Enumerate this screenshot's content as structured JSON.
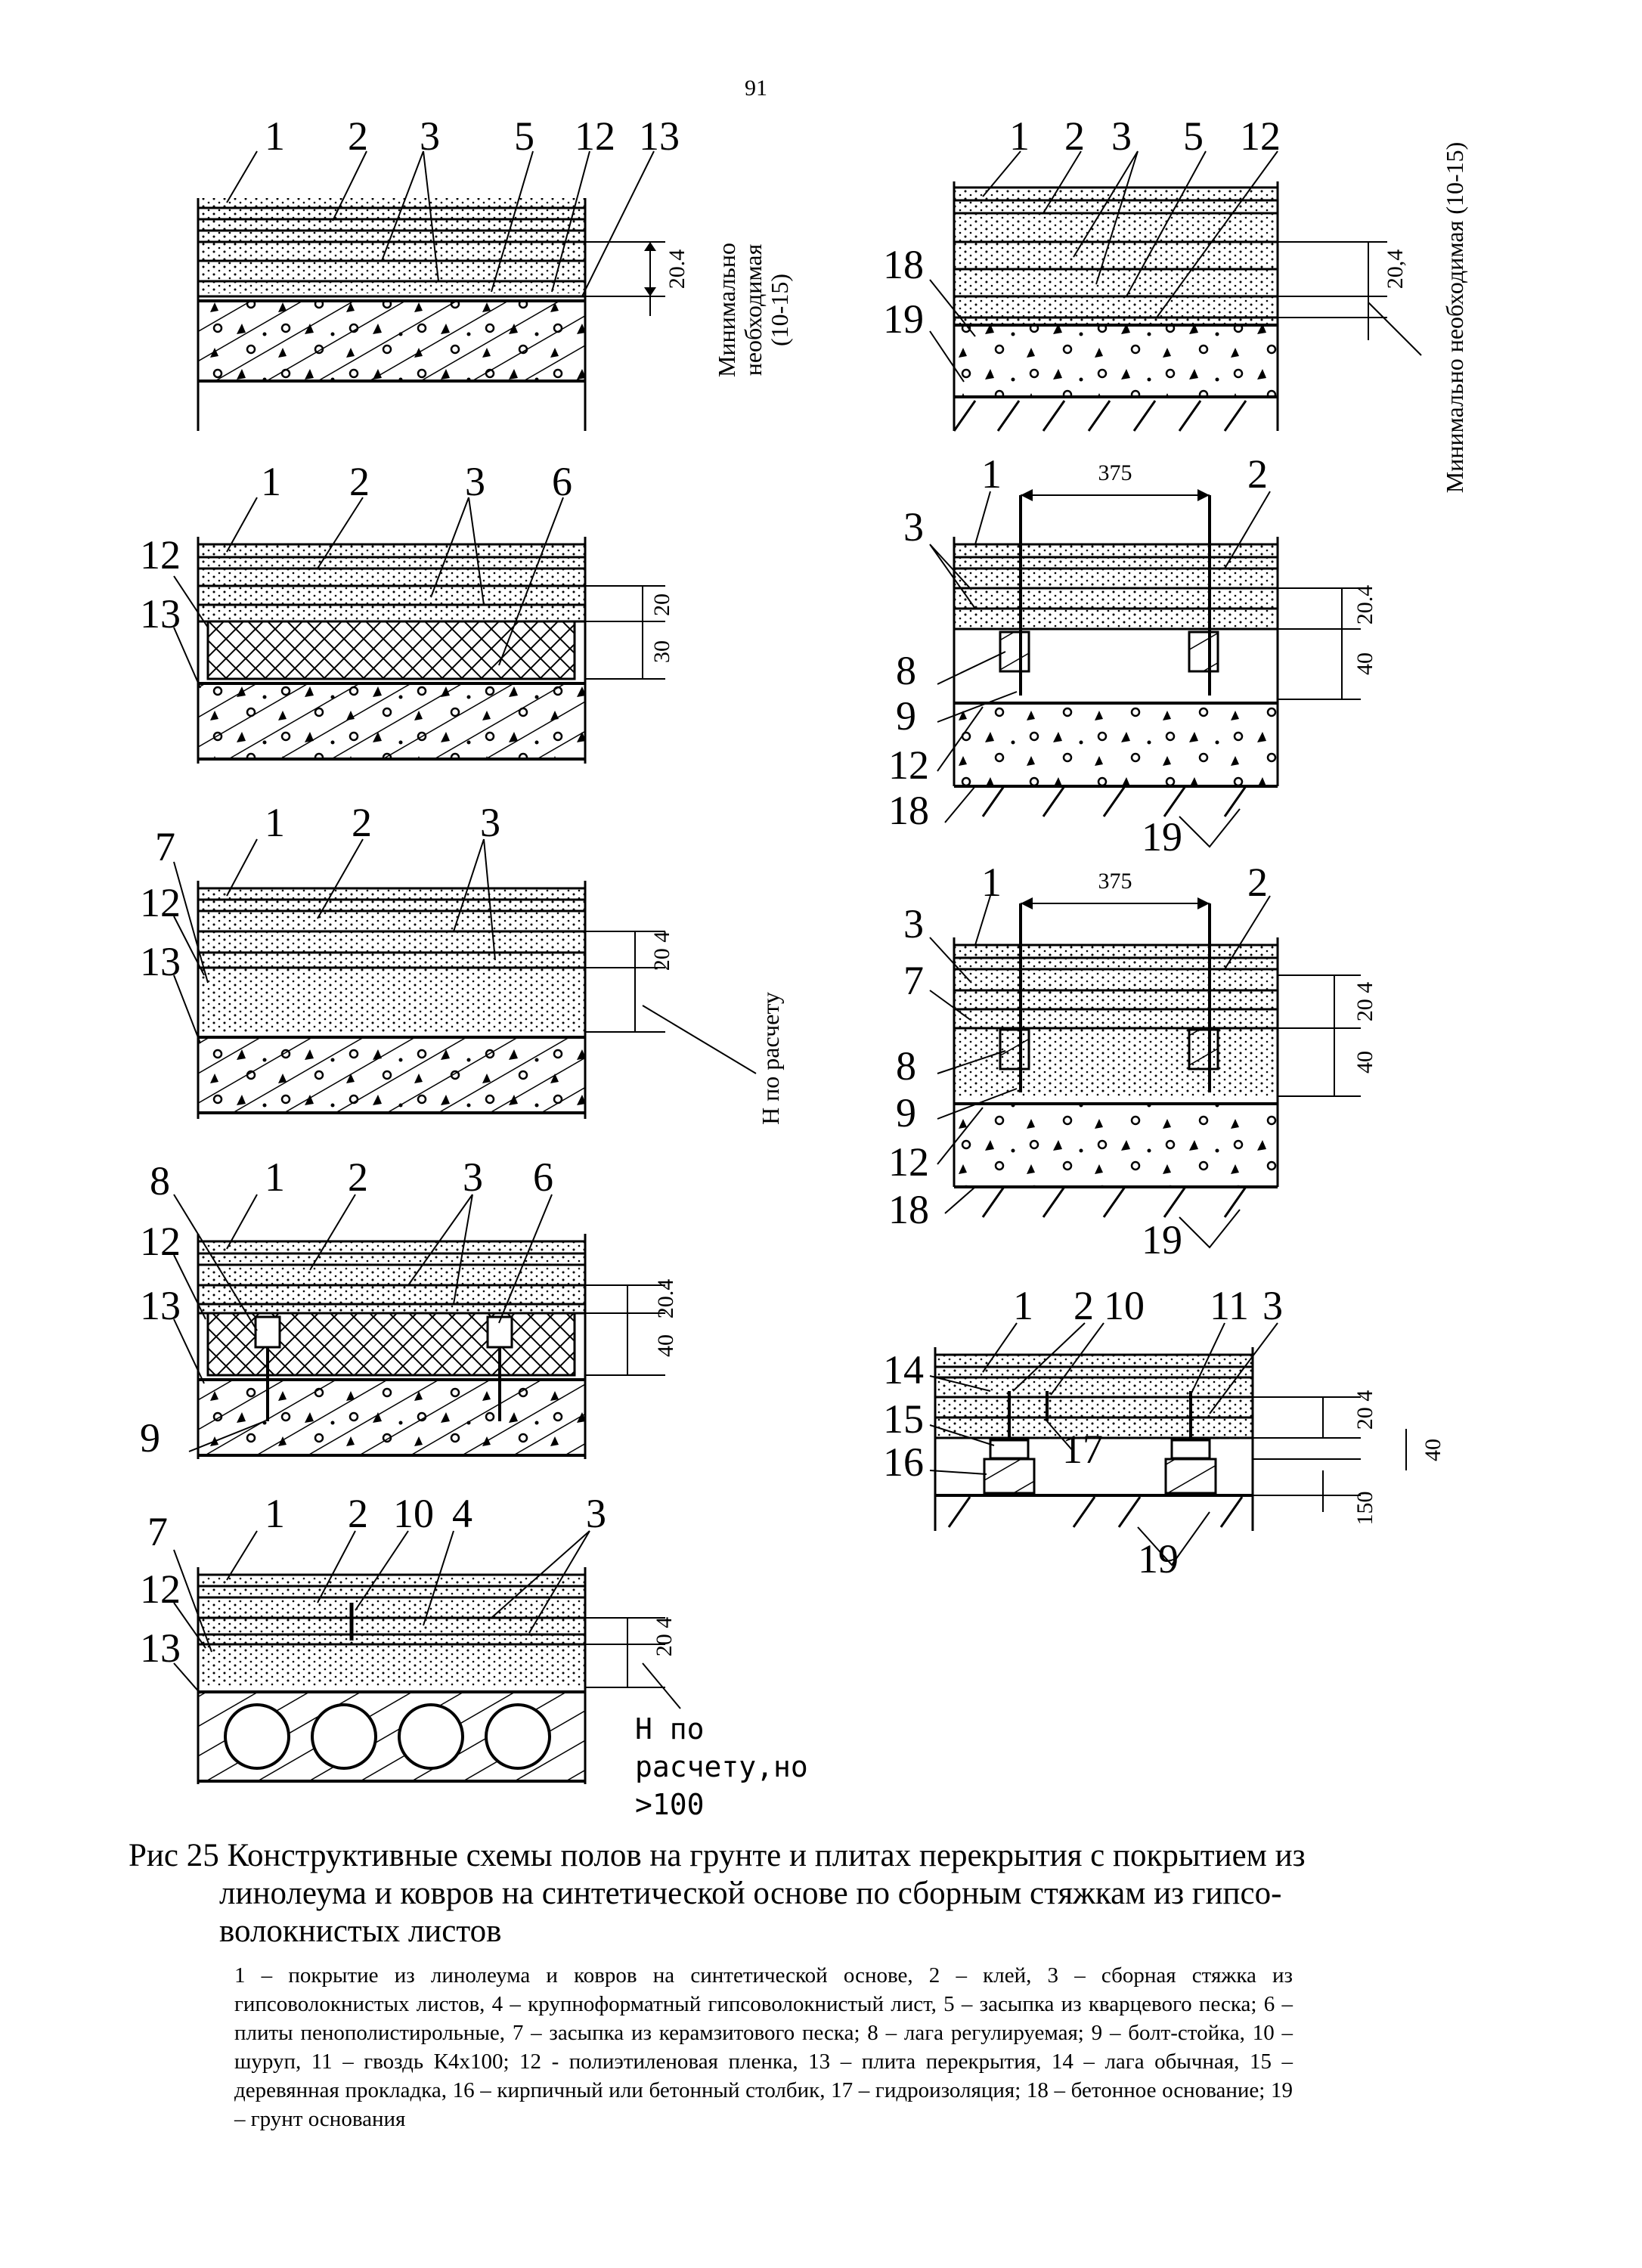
{
  "page_number": "91",
  "diagrams": [
    {
      "id": "floor-1",
      "callouts": [
        "1",
        "2",
        "3",
        "5",
        "12",
        "13"
      ],
      "dims": [
        "20.4"
      ],
      "note": [
        "Минимально",
        "необходимая",
        "(10-15)"
      ]
    },
    {
      "id": "floor-2",
      "callouts": [
        "1",
        "2",
        "3",
        "6",
        "12",
        "13"
      ],
      "dims": [
        "20",
        "30"
      ]
    },
    {
      "id": "floor-3",
      "callouts": [
        "1",
        "2",
        "3",
        "7",
        "12",
        "13"
      ],
      "dims": [
        "20 4"
      ],
      "note": [
        "Н по расчету"
      ]
    },
    {
      "id": "floor-4",
      "callouts": [
        "1",
        "2",
        "3",
        "6",
        "8",
        "9",
        "12",
        "13"
      ],
      "dims": [
        "20.4",
        "40"
      ]
    },
    {
      "id": "floor-5",
      "callouts": [
        "1",
        "2",
        "10",
        "4",
        "3",
        "7",
        "12",
        "13"
      ],
      "dims": [
        "20 4"
      ],
      "note": [
        "Н по",
        "расчету,но",
        ">100"
      ]
    },
    {
      "id": "floor-6",
      "callouts": [
        "1",
        "2",
        "3",
        "5",
        "12",
        "18",
        "19"
      ],
      "dims": [
        "20,4"
      ],
      "note": [
        "Минимально необходимая (10-15)"
      ]
    },
    {
      "id": "floor-7",
      "callouts": [
        "1",
        "2",
        "3",
        "8",
        "9",
        "12",
        "18",
        "19"
      ],
      "dims": [
        "375",
        "20.4",
        "40"
      ]
    },
    {
      "id": "floor-8",
      "callouts": [
        "1",
        "2",
        "3",
        "7",
        "8",
        "9",
        "12",
        "18",
        "19"
      ],
      "dims": [
        "375",
        "20 4",
        "40"
      ]
    },
    {
      "id": "floor-9",
      "callouts": [
        "1",
        "2",
        "10",
        "11",
        "3",
        "14",
        "15",
        "16",
        "17",
        "19"
      ],
      "dims": [
        "20 4",
        "40",
        "150"
      ]
    }
  ],
  "caption": {
    "title": "Рис 25 Конструктивные схемы полов на грунте и плитах перекрытия с покрытием из линолеума и ковров на синтетической основе по сборным стяжкам из гипсо-волокнистых листов",
    "legend": "1 – покрытие из линолеума и ковров на синтетической основе, 2 – клей, 3 – сборная стяжка из гипсоволокнистых листов, 4 – крупноформатный гипсоволокнистый лист, 5 – засыпка из кварцевого песка; 6 – плиты пенополистирольные, 7 – засыпка из керамзитового песка; 8 – лага регулируемая; 9 – болт-стойка, 10 – шуруп, 11 – гвоздь К4х100; 12 - полиэтиленовая пленка, 13 – плита перекрытия, 14 – лага обычная, 15 – деревянная прокладка, 16 – кирпичный или бетонный столбик, 17 – гидроизоляция; 18 – бетонное основание; 19 – грунт основания"
  },
  "colors": {
    "ink": "#000000",
    "paper": "#ffffff"
  }
}
